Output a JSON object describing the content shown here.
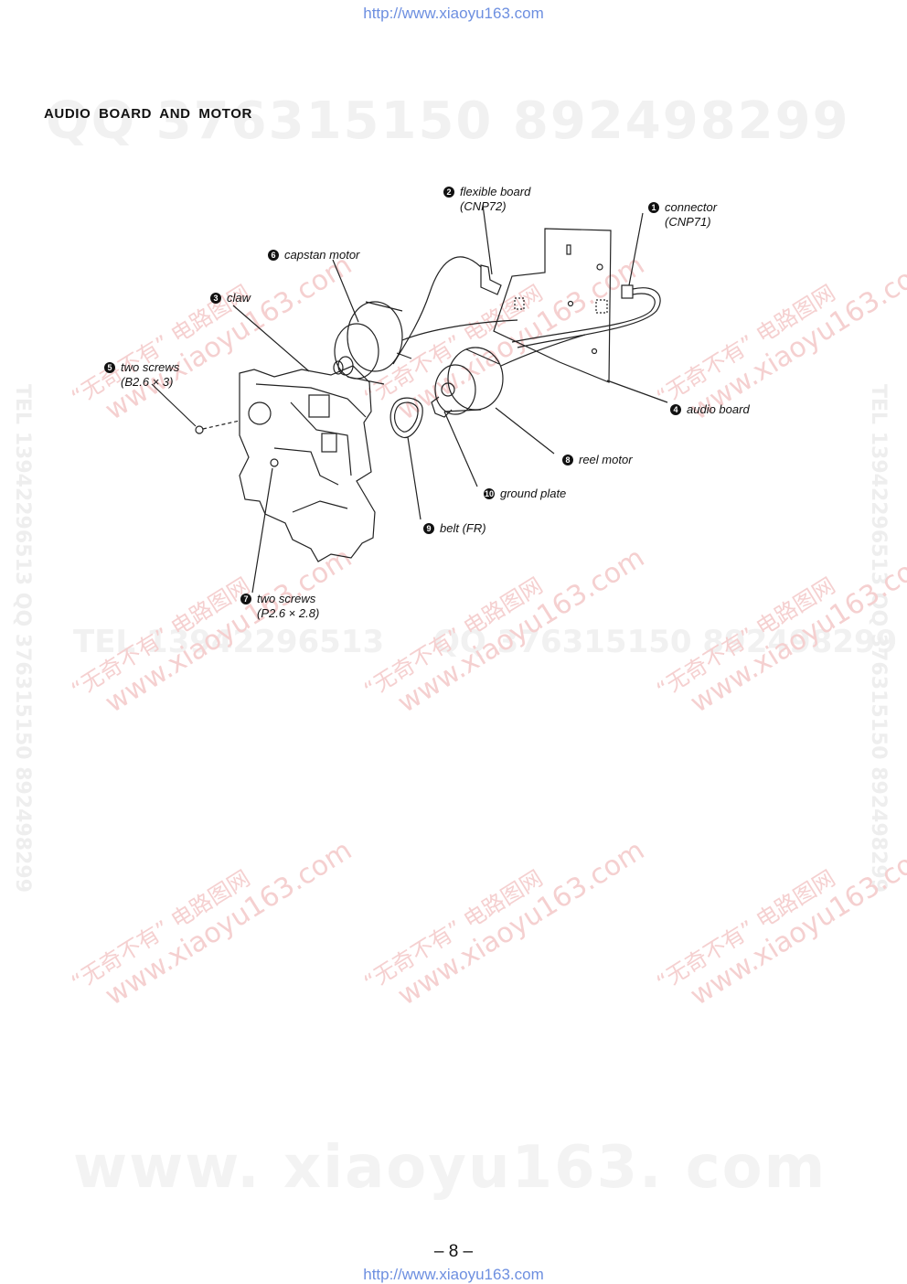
{
  "header": {
    "url": "http://www.xiaoyu163.com"
  },
  "footer": {
    "url": "http://www.xiaoyu163.com",
    "page_number": "– 8 –"
  },
  "section": {
    "title": "AUDIO  BOARD  AND  MOTOR"
  },
  "watermarks": {
    "qq": "QQ 376315150   892498299",
    "tel": "TEL 13942296513",
    "mid": "QQ 376315150  892498299",
    "www": "www. xiaoyu163. com",
    "side_right": "TEL 13942296513  QQ 376315150  892498299",
    "side_left": "TEL 13942296513  QQ 376315150  892498299",
    "stamp_line1": "“无奇不有” 电路图网",
    "stamp_line2": "www.xiaoyu163.com"
  },
  "callouts": [
    {
      "num": "1",
      "line1": "connector",
      "line2": "(CNP71)"
    },
    {
      "num": "2",
      "line1": "flexible board",
      "line2": "(CNP72)"
    },
    {
      "num": "3",
      "line1": "claw",
      "line2": ""
    },
    {
      "num": "4",
      "line1": "audio board",
      "line2": ""
    },
    {
      "num": "5",
      "line1": "two screws",
      "line2": "(B2.6 × 3)"
    },
    {
      "num": "6",
      "line1": "capstan motor",
      "line2": ""
    },
    {
      "num": "7",
      "line1": "two screws",
      "line2": "(P2.6 × 2.8)"
    },
    {
      "num": "8",
      "line1": "reel motor",
      "line2": ""
    },
    {
      "num": "9",
      "line1": "belt (FR)",
      "line2": ""
    },
    {
      "num": "10",
      "line1": "ground plate",
      "line2": ""
    }
  ]
}
